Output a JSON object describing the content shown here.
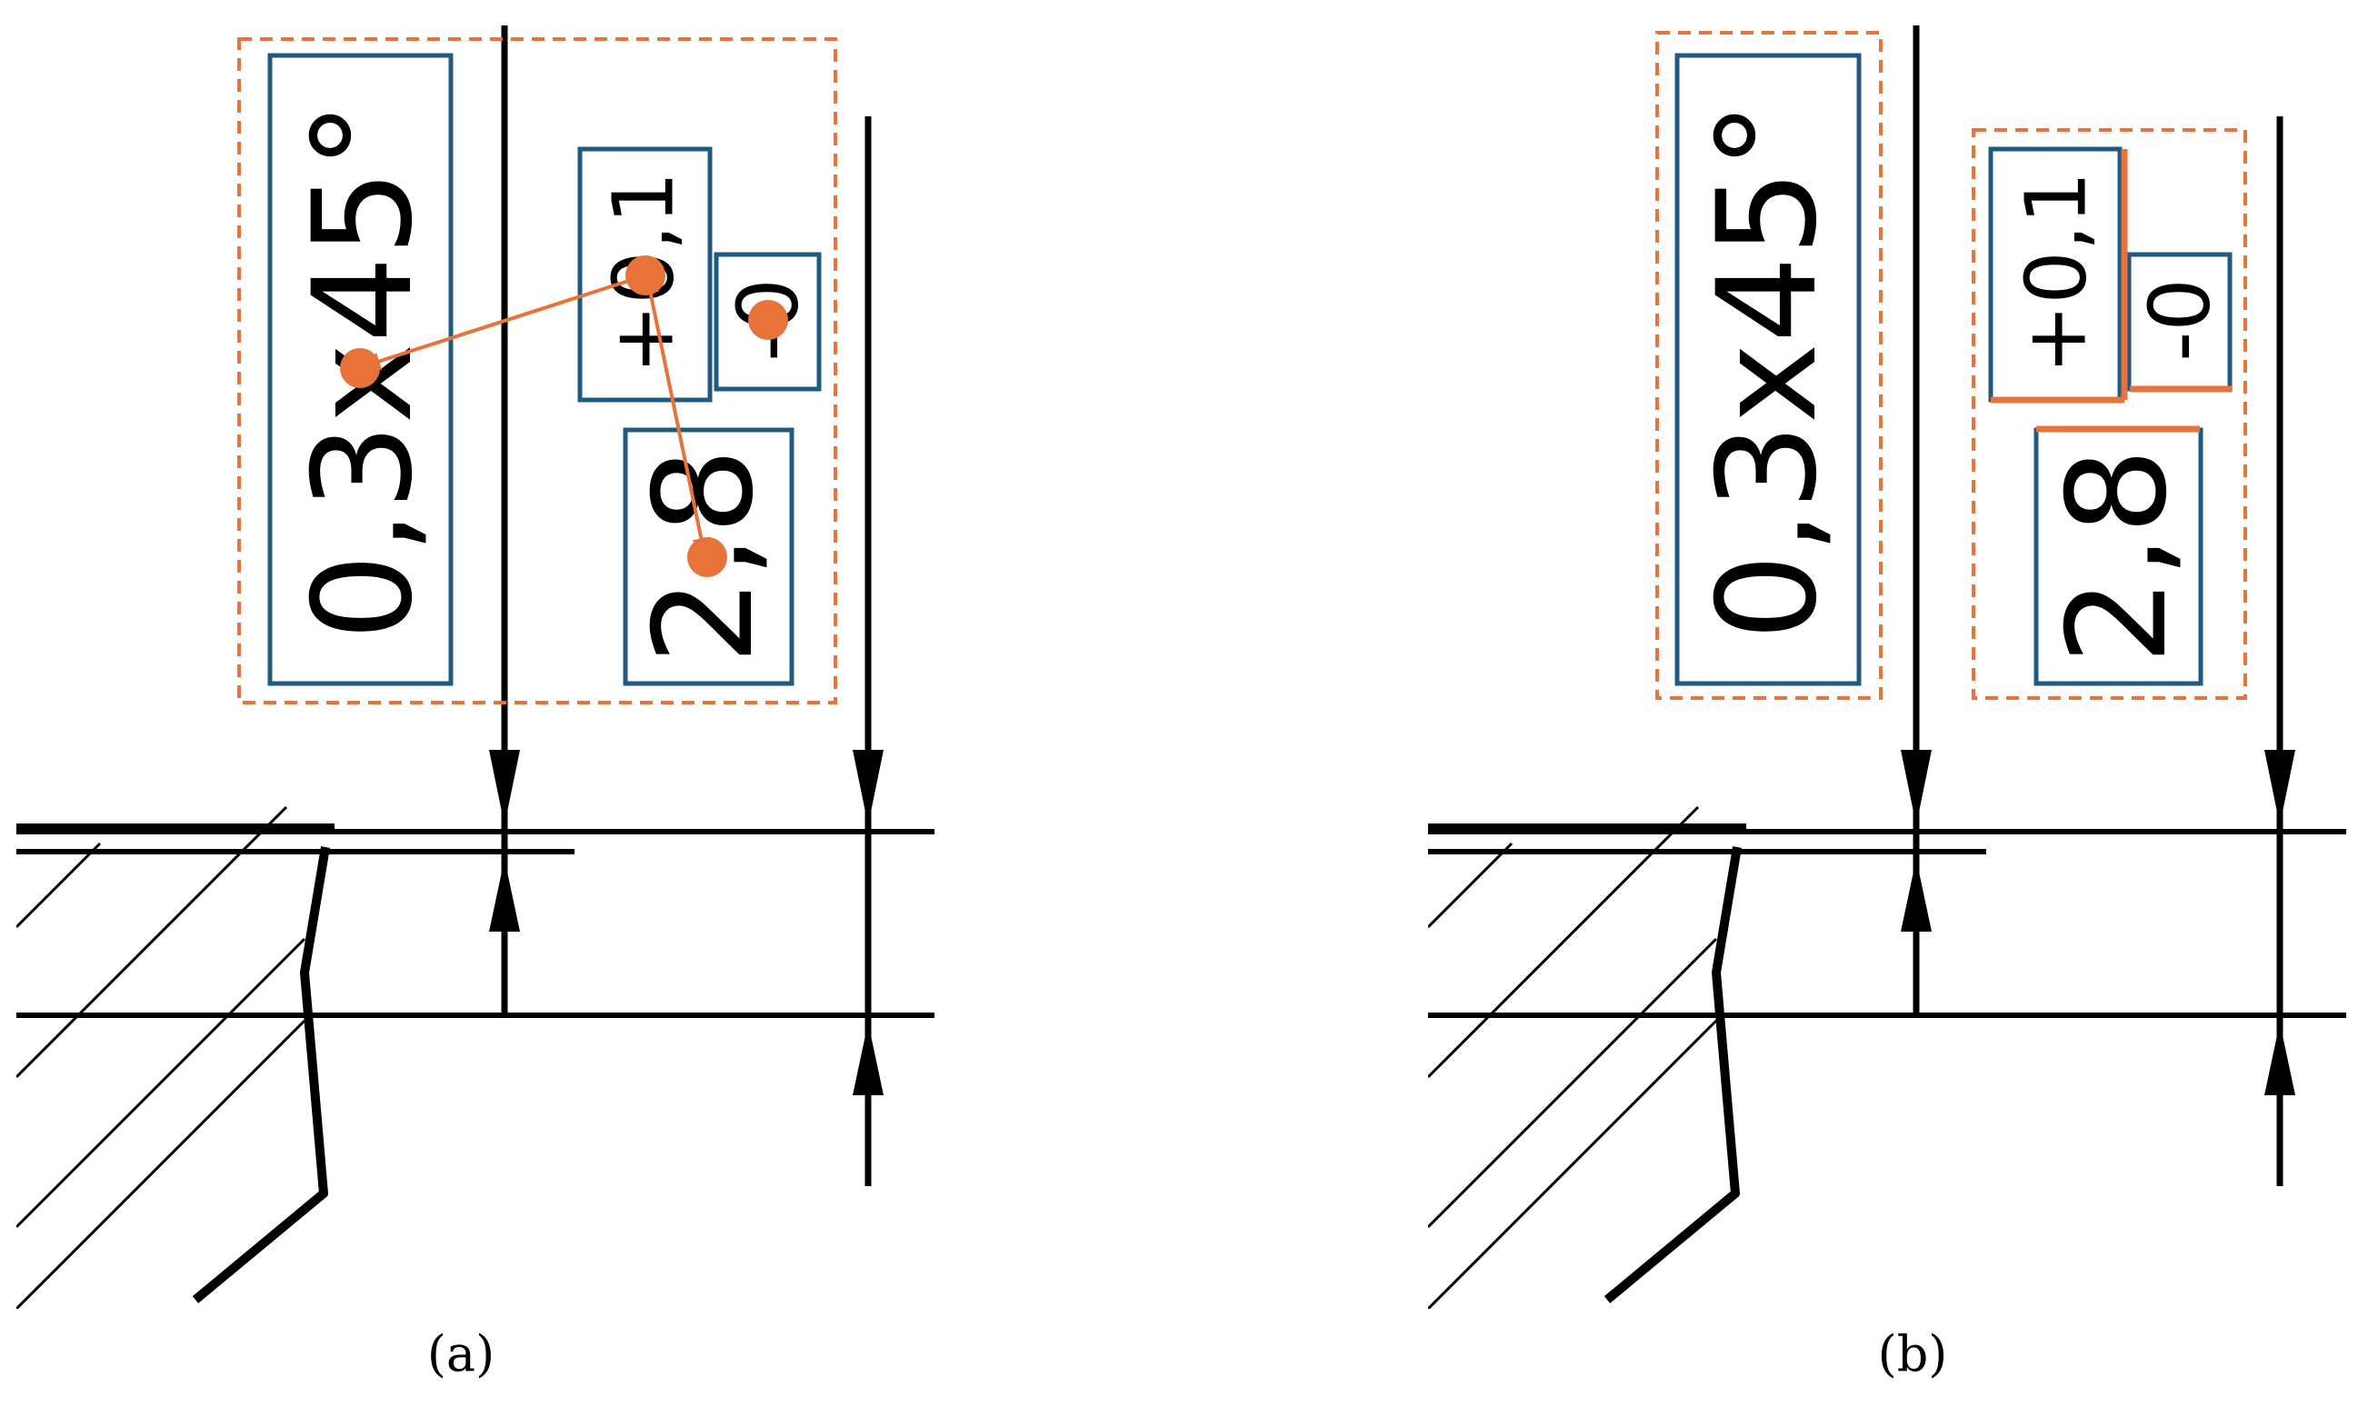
{
  "figure": {
    "panels": [
      {
        "id": "a",
        "caption": "(a)",
        "texts": {
          "chamfer": "0,3x45°",
          "dimension": "2,8",
          "upper_tolerance": "+0,1",
          "lower_tolerance": "-0"
        }
      },
      {
        "id": "b",
        "caption": "(b)",
        "texts": {
          "chamfer": "0,3x45°",
          "dimension": "2,8",
          "upper_tolerance": "+0,1",
          "lower_tolerance": "-0"
        }
      }
    ],
    "colors": {
      "text_box": "#1F5A80",
      "group_box": "#E8733A",
      "relation": "#E8733A",
      "line": "#000000"
    }
  }
}
